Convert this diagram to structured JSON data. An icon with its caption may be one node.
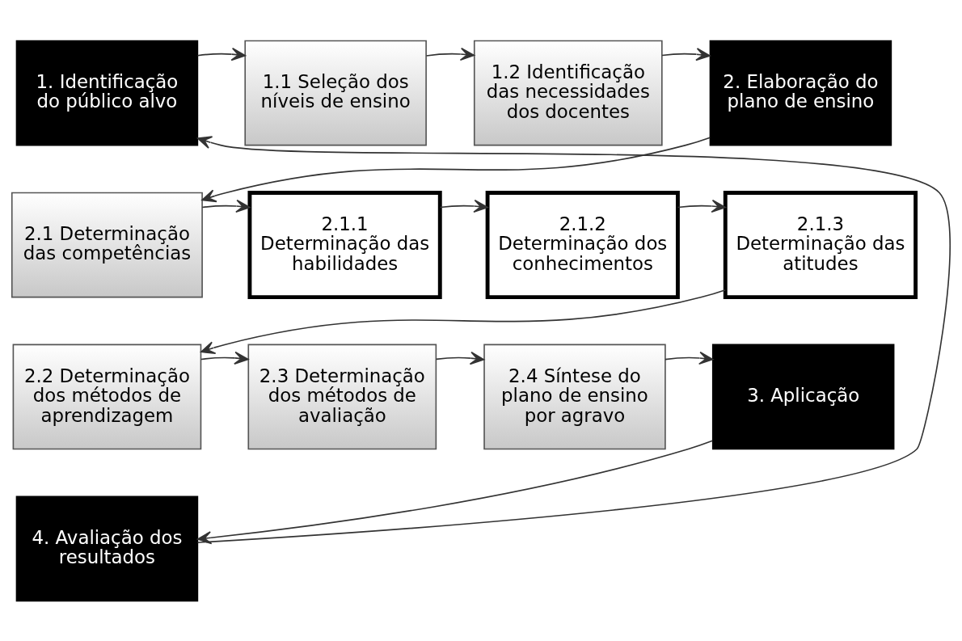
{
  "diagram": {
    "nodes": [
      {
        "text": [
          "1. Identificação do público alvo"
        ]
      },
      {
        "text": [
          "1.1 Seleção dos níveis de ensino"
        ]
      },
      {
        "text": [
          "1.2 Identificação das necessidades dos docentes"
        ]
      },
      {
        "text": [
          "2. Elaboração do plano de ensino"
        ]
      },
      {
        "text": [
          "2.1 Determinação das competências"
        ]
      },
      {
        "text": [
          "2.1.1 Determinação das habilidades"
        ]
      },
      {
        "text": [
          "2.1.2 Determinação dos conhecimentos"
        ]
      },
      {
        "text": [
          "2.1.3 Determinação das atitudes"
        ]
      },
      {
        "text": [
          "2.2 Determinação dos métodos de aprendizagem"
        ]
      },
      {
        "text": [
          "2.3 Determinação dos métodos de avaliação"
        ]
      },
      {
        "text": [
          "2.4 Síntese do plano de ensino por agravo"
        ]
      },
      {
        "text": [
          "3. Aplicação"
        ]
      },
      {
        "text": [
          "4. Avaliação dos resultados"
        ]
      }
    ],
    "edges": [
      {
        "from": 0,
        "to": 1,
        "arrow": "to"
      },
      {
        "from": 1,
        "to": 2,
        "arrow": "to"
      },
      {
        "from": 2,
        "to": 3,
        "arrow": "to"
      },
      {
        "from": 3,
        "to": 4,
        "arrow": "to"
      },
      {
        "from": 4,
        "to": 5,
        "arrow": "to"
      },
      {
        "from": 5,
        "to": 6,
        "arrow": "to"
      },
      {
        "from": 6,
        "to": 7,
        "arrow": "to"
      },
      {
        "from": 7,
        "to": 8,
        "arrow": "to"
      },
      {
        "from": 8,
        "to": 9,
        "arrow": "to"
      },
      {
        "from": 9,
        "to": 10,
        "arrow": "to"
      },
      {
        "from": 10,
        "to": 11,
        "arrow": "to"
      },
      {
        "from": 11,
        "to": 12,
        "arrow": "to"
      },
      {
        "from": 12,
        "to": 0,
        "arrow": "to"
      }
    ]
  }
}
